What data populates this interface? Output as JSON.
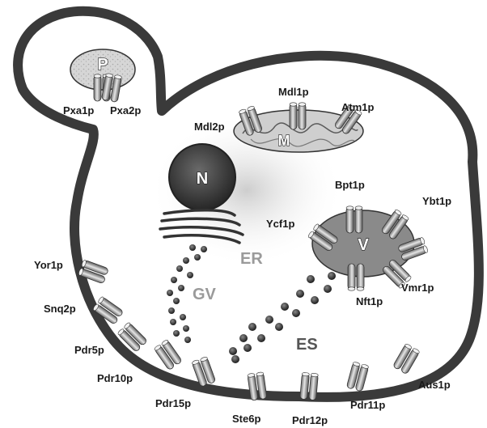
{
  "organelles": {
    "peroxisome": "P",
    "mitochondrion": "M",
    "nucleus": "N",
    "vacuole": "V"
  },
  "regions": {
    "er": "ER",
    "gv": "GV",
    "es": "ES"
  },
  "proteins": {
    "pxa1p": "Pxa1p",
    "pxa2p": "Pxa2p",
    "mdl1p": "Mdl1p",
    "mdl2p": "Mdl2p",
    "atm1p": "Atm1p",
    "bpt1p": "Bpt1p",
    "ybt1p": "Ybt1p",
    "ycf1p": "Ycf1p",
    "vmr1p": "Vmr1p",
    "nft1p": "Nft1p",
    "yor1p": "Yor1p",
    "snq2p": "Snq2p",
    "pdr5p": "Pdr5p",
    "pdr10p": "Pdr10p",
    "pdr15p": "Pdr15p",
    "ste6p": "Ste6p",
    "pdr12p": "Pdr12p",
    "pdr11p": "Pdr11p",
    "aus1p": "Aus1p"
  }
}
